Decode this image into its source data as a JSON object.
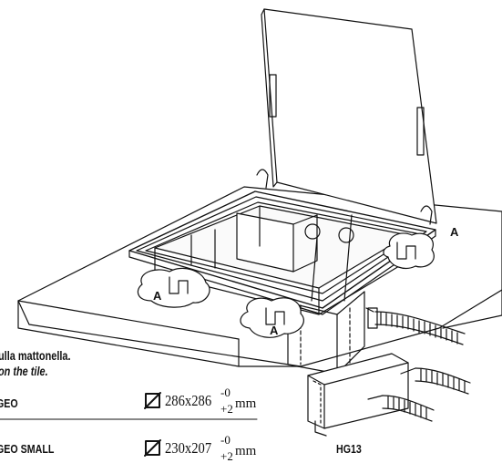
{
  "notes": {
    "line_it": "ulla mattonella.",
    "line_en": "on the tile."
  },
  "rows": [
    {
      "name": "GEO",
      "dimension": "286x286",
      "tol_upper": "-0",
      "tol_lower": "+2",
      "unit": "mm"
    },
    {
      "name": "GEO SMALL",
      "dimension": "230x207",
      "tol_upper": "-0",
      "tol_lower": "+2",
      "unit": "mm"
    }
  ],
  "labels": {
    "detail_a": "A",
    "model_code": "HG13"
  }
}
